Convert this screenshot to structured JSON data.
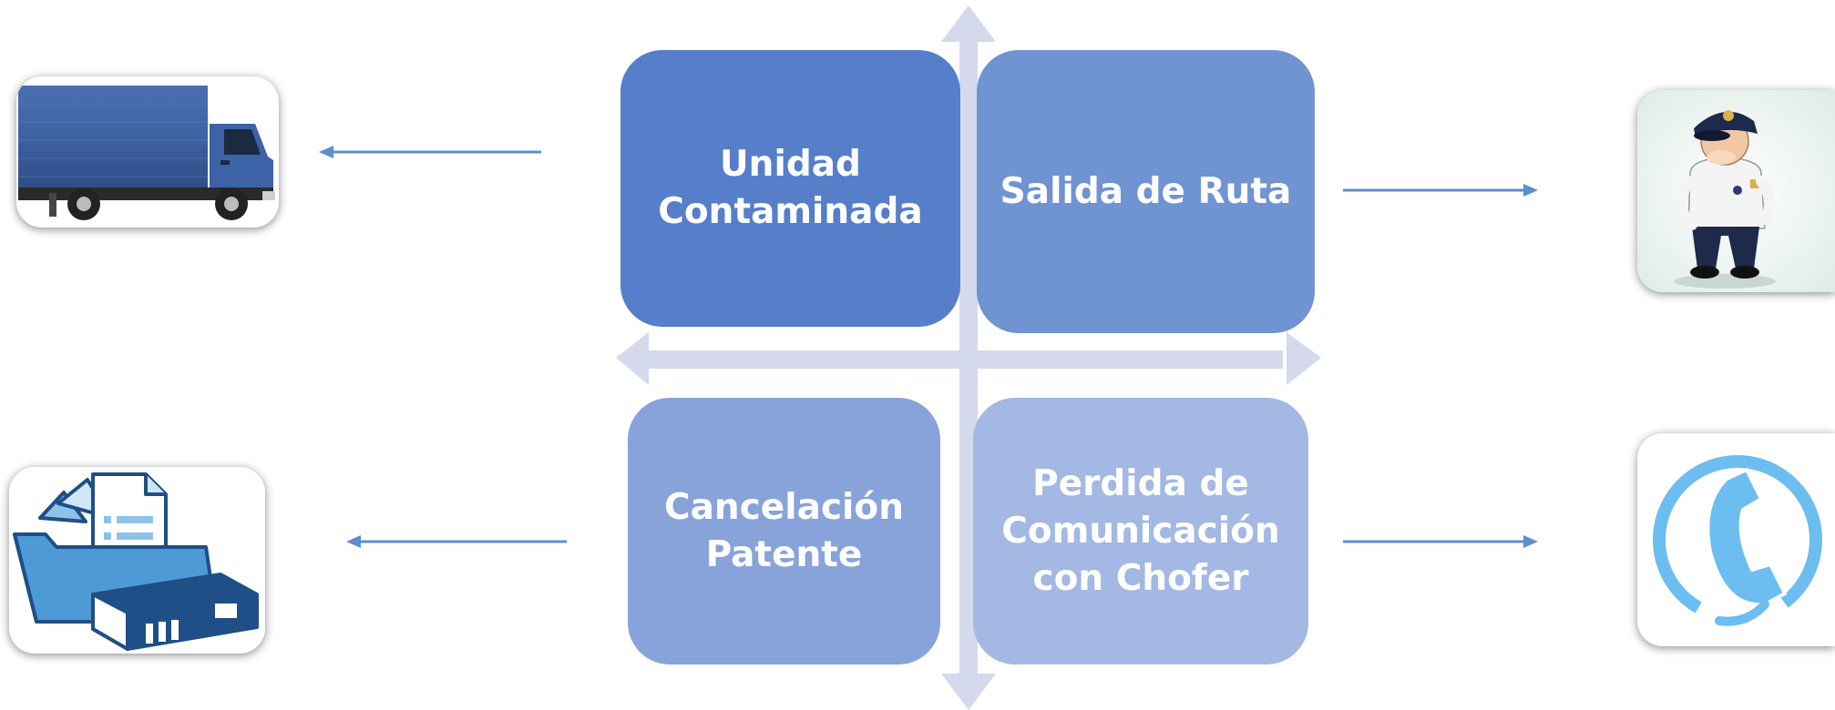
{
  "quadrants": {
    "top_left": {
      "label": "Unidad\nContaminada",
      "color": "#567ec9"
    },
    "top_right": {
      "label": "Salida de Ruta",
      "color": "#7093d2"
    },
    "bottom_left": {
      "label": "Cancelación\nPatente",
      "color": "#87a3da"
    },
    "bottom_right": {
      "label": "Perdida de\nComunicación\ncon Chofer",
      "color": "#a3b8e2"
    }
  },
  "images": {
    "top_left": "truck-image",
    "bottom_left": "folder-documents-image",
    "top_right": "security-guard-image",
    "bottom_right": "phone-icon"
  },
  "colors": {
    "axis": "#d4d9ec",
    "connector_arrow": "#5b8fcf",
    "phone": "#6cbdf0"
  }
}
